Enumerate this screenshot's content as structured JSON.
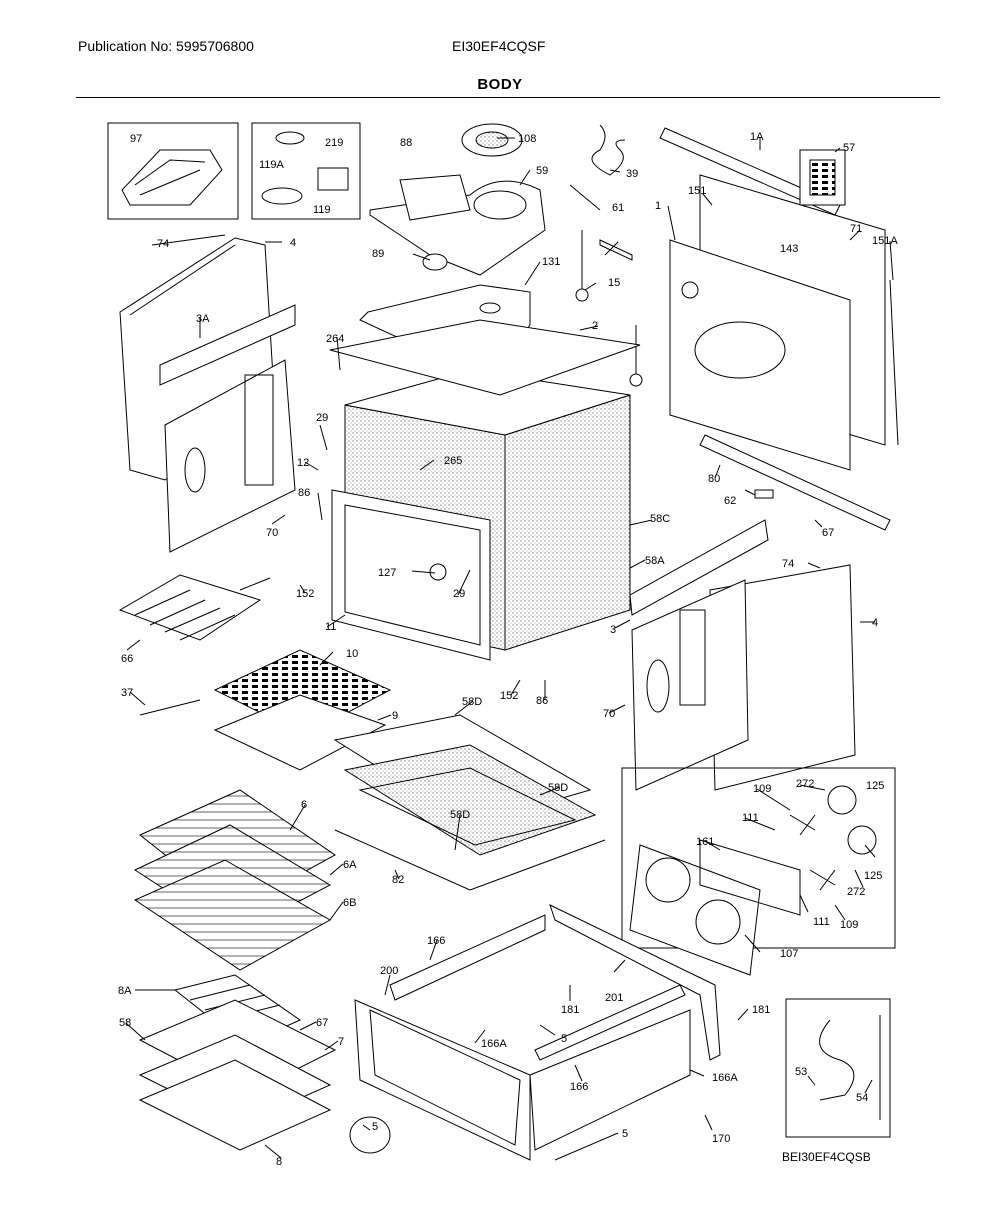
{
  "header": {
    "publication": "Publication No: 5995706800",
    "model": "EI30EF4CQSF",
    "section_title": "BODY"
  },
  "footer": {
    "drawing_code": "BEI30EF4CQSB"
  },
  "callouts": [
    {
      "id": "c97",
      "text": "97"
    },
    {
      "id": "c219",
      "text": "219"
    },
    {
      "id": "c119A",
      "text": "119A"
    },
    {
      "id": "c119",
      "text": "119"
    },
    {
      "id": "c88",
      "text": "88"
    },
    {
      "id": "c108",
      "text": "108"
    },
    {
      "id": "c59",
      "text": "59"
    },
    {
      "id": "c39",
      "text": "39"
    },
    {
      "id": "c1A",
      "text": "1A"
    },
    {
      "id": "c57",
      "text": "57"
    },
    {
      "id": "c151",
      "text": "151"
    },
    {
      "id": "c1",
      "text": "1"
    },
    {
      "id": "c71",
      "text": "71"
    },
    {
      "id": "c151A",
      "text": "151A"
    },
    {
      "id": "c143",
      "text": "143"
    },
    {
      "id": "c61",
      "text": "61"
    },
    {
      "id": "c74a",
      "text": "74"
    },
    {
      "id": "c4a",
      "text": "4"
    },
    {
      "id": "c89",
      "text": "89"
    },
    {
      "id": "c131",
      "text": "131"
    },
    {
      "id": "c15",
      "text": "15"
    },
    {
      "id": "c3A",
      "text": "3A"
    },
    {
      "id": "c2",
      "text": "2"
    },
    {
      "id": "c264",
      "text": "264"
    },
    {
      "id": "c29a",
      "text": "29"
    },
    {
      "id": "c265",
      "text": "265"
    },
    {
      "id": "c12",
      "text": "12"
    },
    {
      "id": "c80",
      "text": "80"
    },
    {
      "id": "c62",
      "text": "62"
    },
    {
      "id": "c86a",
      "text": "86"
    },
    {
      "id": "c70a",
      "text": "70"
    },
    {
      "id": "c58C",
      "text": "58C"
    },
    {
      "id": "c67a",
      "text": "67"
    },
    {
      "id": "c127",
      "text": "127"
    },
    {
      "id": "c29b",
      "text": "29"
    },
    {
      "id": "c58A",
      "text": "58A"
    },
    {
      "id": "c74b",
      "text": "74"
    },
    {
      "id": "c152a",
      "text": "152"
    },
    {
      "id": "c3",
      "text": "3"
    },
    {
      "id": "c4b",
      "text": "4"
    },
    {
      "id": "c66",
      "text": "66"
    },
    {
      "id": "c11",
      "text": "11"
    },
    {
      "id": "c10",
      "text": "10"
    },
    {
      "id": "c70b",
      "text": "70"
    },
    {
      "id": "c37",
      "text": "37"
    },
    {
      "id": "c152b",
      "text": "152"
    },
    {
      "id": "c86b",
      "text": "86"
    },
    {
      "id": "c58Da",
      "text": "58D"
    },
    {
      "id": "c9",
      "text": "9"
    },
    {
      "id": "c58Db",
      "text": "58D"
    },
    {
      "id": "c6",
      "text": "6"
    },
    {
      "id": "c58Dc",
      "text": "58D"
    },
    {
      "id": "c109a",
      "text": "109"
    },
    {
      "id": "c272a",
      "text": "272"
    },
    {
      "id": "c125a",
      "text": "125"
    },
    {
      "id": "c161",
      "text": "161"
    },
    {
      "id": "c111a",
      "text": "111"
    },
    {
      "id": "c6A",
      "text": "6A"
    },
    {
      "id": "c82",
      "text": "82"
    },
    {
      "id": "c125b",
      "text": "125"
    },
    {
      "id": "c272b",
      "text": "272"
    },
    {
      "id": "c6B",
      "text": "6B"
    },
    {
      "id": "c111b",
      "text": "111"
    },
    {
      "id": "c109b",
      "text": "109"
    },
    {
      "id": "c166a",
      "text": "166"
    },
    {
      "id": "c107",
      "text": "107"
    },
    {
      "id": "c200",
      "text": "200"
    },
    {
      "id": "c201",
      "text": "201"
    },
    {
      "id": "c8A",
      "text": "8A"
    },
    {
      "id": "c181a",
      "text": "181"
    },
    {
      "id": "c5a",
      "text": "5"
    },
    {
      "id": "c181b",
      "text": "181"
    },
    {
      "id": "c58",
      "text": "58"
    },
    {
      "id": "c67b",
      "text": "67"
    },
    {
      "id": "c166A",
      "text": "166A"
    },
    {
      "id": "c7",
      "text": "7"
    },
    {
      "id": "c53",
      "text": "53"
    },
    {
      "id": "c166b",
      "text": "166"
    },
    {
      "id": "c166Ab",
      "text": "166A"
    },
    {
      "id": "c54",
      "text": "54"
    },
    {
      "id": "c5b",
      "text": "5"
    },
    {
      "id": "c5c",
      "text": "5"
    },
    {
      "id": "c170",
      "text": "170"
    },
    {
      "id": "c8",
      "text": "8"
    }
  ]
}
